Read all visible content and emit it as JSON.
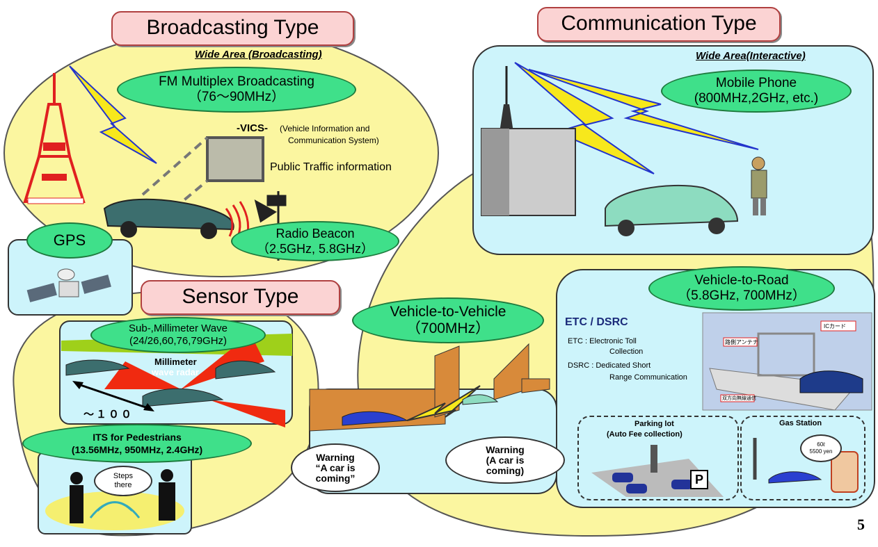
{
  "broadcasting": {
    "title": "Broadcasting Type",
    "subtitle": "Wide Area (Broadcasting)",
    "fm_line1": "FM Multiplex Broadcasting",
    "fm_line2": "（76～90MHz）",
    "vics_label": "-VICS-",
    "vics_desc1": "(Vehicle Information and",
    "vics_desc2": "Communication System)",
    "public_traffic": "Public Traffic information",
    "radio_beacon_line1": "Radio Beacon",
    "radio_beacon_line2": "（2.5GHz, 5.8GHz）"
  },
  "gps": {
    "label": "GPS"
  },
  "sensor": {
    "title": "Sensor Type",
    "wave_line1": "Sub-,Millimeter Wave",
    "wave_line2": "(24/26,60,76,79GHz)",
    "radar_line1": "Millimeter",
    "radar_line2": "wave radar",
    "distance": "～１００",
    "ped_line1": "ITS for Pedestrians",
    "ped_line2": "(13.56MHz, 950MHz, 2.4GHz)",
    "steps_line1": "Steps",
    "steps_line2": "there"
  },
  "communication": {
    "title": "Communication Type",
    "subtitle": "Wide Area(Interactive)",
    "mobile_line1": "Mobile Phone",
    "mobile_line2": "(800MHz,2GHz, etc.)"
  },
  "v2v": {
    "line1": "Vehicle-to-Vehicle",
    "line2": "（700MHz）",
    "warn1_line1": "Warning",
    "warn1_line2": "“A car is",
    "warn1_line3": "coming”",
    "warn2_line1": "Warning",
    "warn2_line2": "(A car is",
    "warn2_line3": "coming)"
  },
  "v2r": {
    "line1": "Vehicle-to-Road",
    "line2": "（5.8GHz, 700MHz）",
    "etc_title": "ETC / DSRC",
    "etc_def1": "ETC : Electronic Toll",
    "etc_def2": "Collection",
    "dsrc_def1": "DSRC : Dedicated Short",
    "dsrc_def2": "Range Communication",
    "parking_line1": "Parking lot",
    "parking_line2": "(Auto Fee collection)",
    "parking_sign": "P",
    "gas_title": "Gas Station",
    "gas_bubble1": "60ℓ",
    "gas_bubble2": "5500 yen",
    "etc_tag1": "路側アンテナ",
    "etc_tag2": "ICカード",
    "etc_tag3": "双方向無線通信"
  },
  "page_number": "5",
  "colors": {
    "yellow_region": "#fbf6a0",
    "cyan_panel": "#cdf4fb",
    "green_pill": "#3fe08a",
    "pink_title": "#fbd3d3",
    "tower_red": "#e02020",
    "orange_wall": "#d88a3a"
  }
}
